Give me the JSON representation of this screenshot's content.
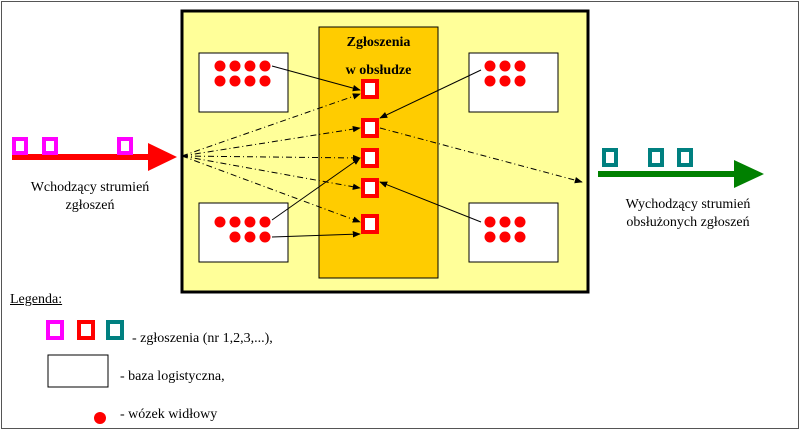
{
  "colors": {
    "system_fill": "#ffff99",
    "service_fill": "#ffcc00",
    "incoming_arrow": "#ff0000",
    "outgoing_arrow": "#008000",
    "magenta": "#ff00ff",
    "red": "#ff0000",
    "teal": "#008080",
    "forklift": "#ff0000"
  },
  "service": {
    "title_line1": "Zgłoszenia",
    "title_line2": "w obsłudze"
  },
  "incoming": {
    "label_line1": "Wchodzący strumień",
    "label_line2": "zgłoszeń"
  },
  "outgoing": {
    "label_line1": "Wychodzący strumień",
    "label_line2": "obsłużonych zgłoszeń"
  },
  "legend": {
    "title": "Legenda:",
    "requests": "- zgłoszenia (nr 1,2,3,...),",
    "base": "- baza logistyczna,",
    "forklift": "- wózek widłowy"
  }
}
